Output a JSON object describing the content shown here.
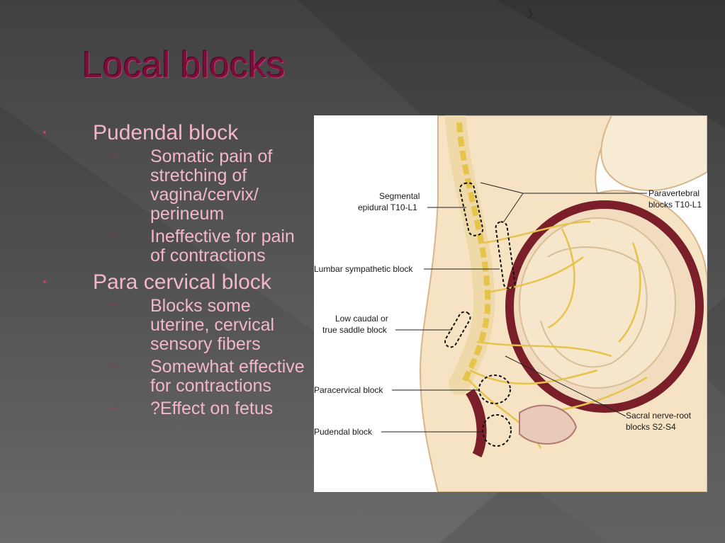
{
  "slide": {
    "title": "Local blocks",
    "bullets": [
      {
        "text": "Pudendal block",
        "subs": [
          "Somatic pain of stretching of vagina/cervix/ perineum",
          "Ineffective for pain of contractions"
        ]
      },
      {
        "text": "Para cervical block",
        "subs": [
          "Blocks some uterine, cervical sensory fibers",
          "Somewhat effective for contractions",
          "?Effect on fetus"
        ]
      }
    ],
    "colors": {
      "title": "#7a0e3a",
      "text": "#f2b7c9",
      "bullet": "#c0406a",
      "background": "#4a4a4a"
    }
  },
  "figure": {
    "labels": {
      "segmental_1": "Segmental",
      "segmental_2": "epidural T10-L1",
      "paravertebral_1": "Paravertebral",
      "paravertebral_2": "blocks T10-L1",
      "lumbar": "Lumbar sympathetic block",
      "caudal_1": "Low caudal or",
      "caudal_2": "true saddle block",
      "paracervical": "Paracervical block",
      "sacral_1": "Sacral nerve-root",
      "sacral_2": "blocks S2-S4",
      "pudendal": "Pudendal block"
    }
  }
}
